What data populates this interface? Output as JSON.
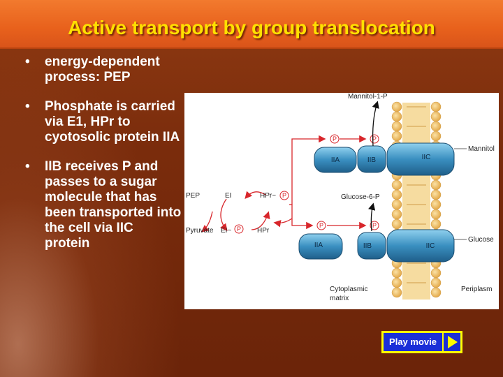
{
  "slide": {
    "title": "Active transport by group translocation",
    "bullets": [
      "energy-dependent process: PEP",
      "Phosphate is carried via E1, HPr to cyotosolic protein IIA",
      "IIB receives P and passes to a sugar molecule that has been transported into the cell via IIC protein"
    ]
  },
  "diagram": {
    "mannitol_p": "Mannitol-1-P",
    "mannitol": "Mannitol",
    "glucose_6_p": "Glucose-6-P",
    "glucose": "Glucose",
    "pep": "PEP",
    "pyruvate": "Pyruvate",
    "ei_top": "EI",
    "ei_bottom": "EI~",
    "hpr_top": "HPr~",
    "hpr_bottom": "HPr",
    "phosphate": "P",
    "iia": "IIA",
    "iib": "IIB",
    "iic": "IIC",
    "cytoplasmic_1": "Cytoplasmic",
    "cytoplasmic_2": "matrix",
    "periplasm": "Periplasm",
    "colors": {
      "protein": "#3a8fc0",
      "membrane": "#f0c070",
      "arrow": "#d8262b"
    }
  },
  "controls": {
    "play_label": "Play movie"
  }
}
